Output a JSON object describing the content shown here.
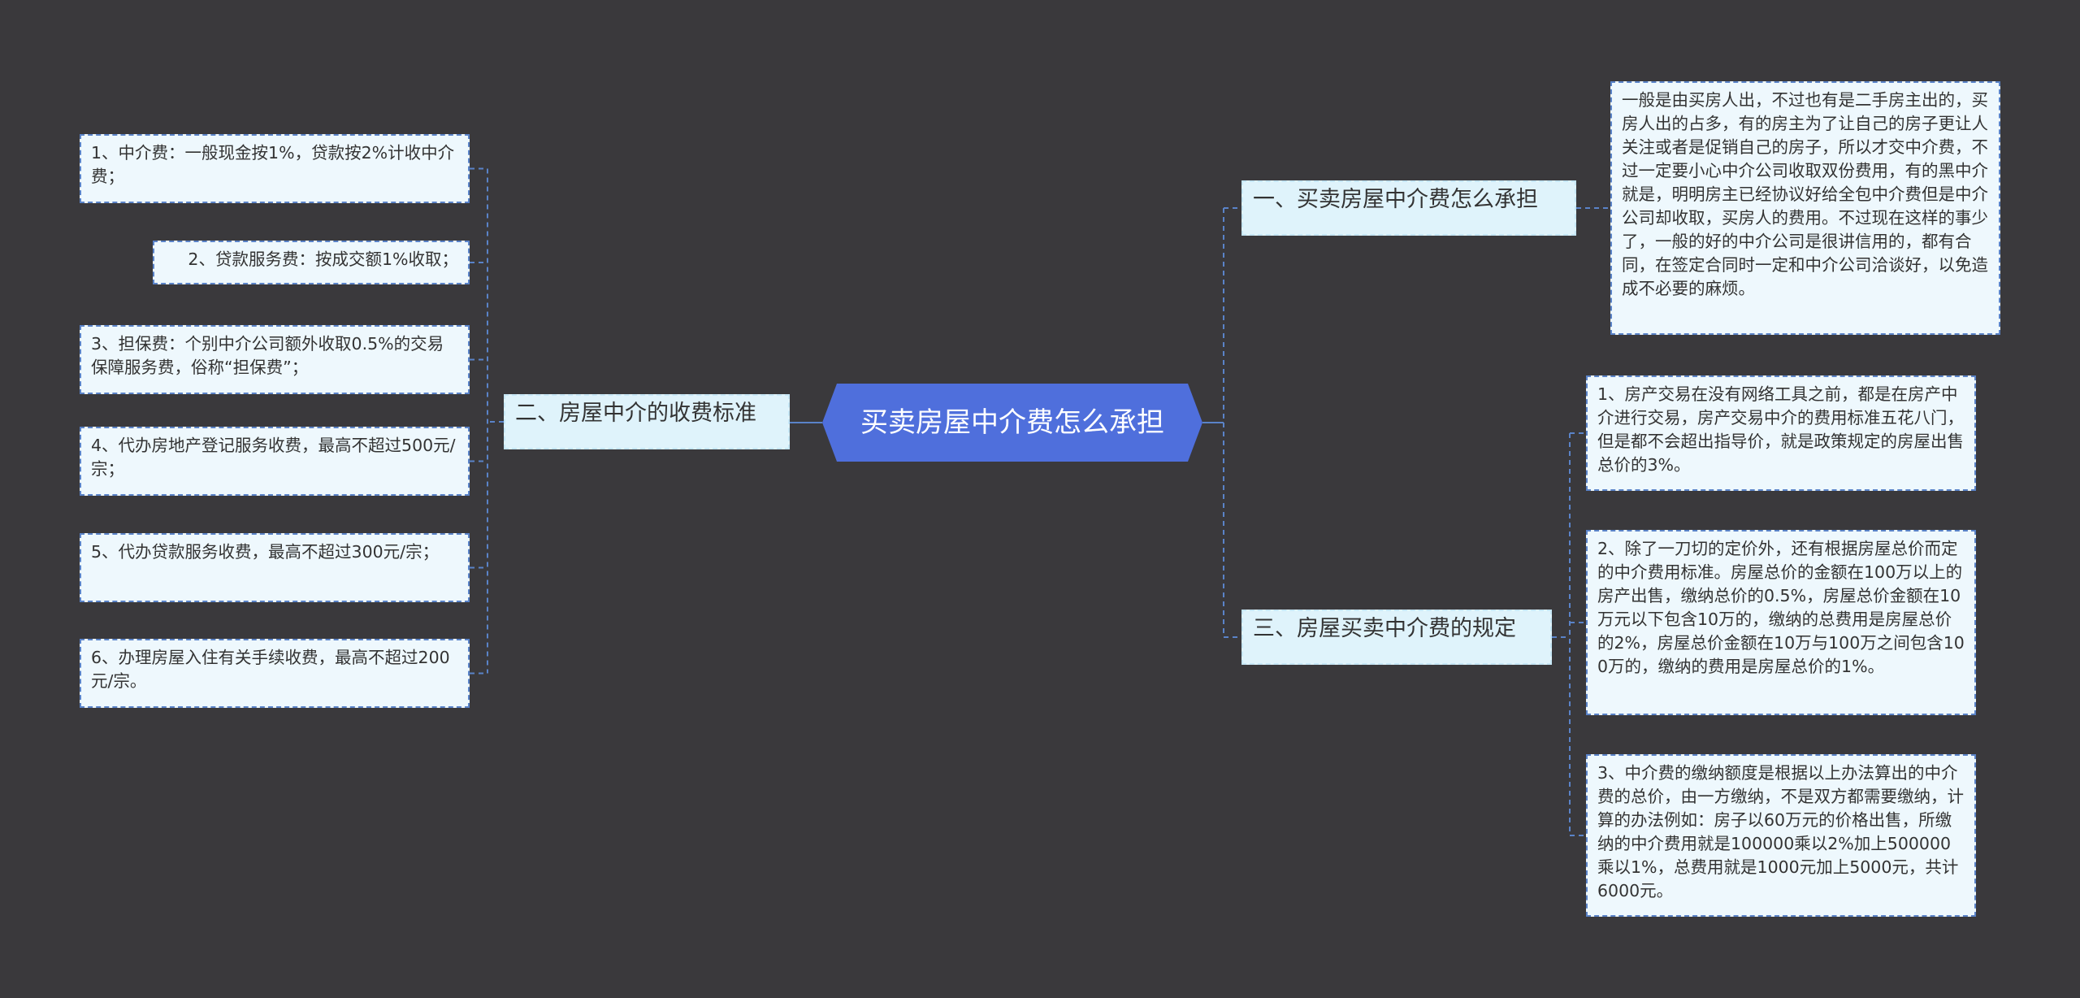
{
  "root": {
    "label": "买卖房屋中介费怎么承担"
  },
  "branches": [
    {
      "id": "b1",
      "label": "一、买卖房屋中介费怎么承担",
      "leaves": [
        "一般是由买房人出，不过也有是二手房主出的，买房人出的占多，有的房主为了让自己的房子更让人关注或者是促销自己的房子，所以才交中介费，不过一定要小心中介公司收取双份费用，有的黑中介就是，明明房主已经协议好给全包中介费但是中介公司却收取，买房人的费用。不过现在这样的事少了，一般的好的中介公司是很讲信用的，都有合同，在签定合同时一定和中介公司洽谈好，以免造成不必要的麻烦。"
      ]
    },
    {
      "id": "b2",
      "label": "二、房屋中介的收费标准",
      "leaves": [
        "1、中介费：一般现金按1%，贷款按2%计收中介费；",
        "2、贷款服务费：按成交额1%收取；",
        "3、担保费：个别中介公司额外收取0.5%的交易保障服务费，俗称“担保费”；",
        "4、代办房地产登记服务收费，最高不超过500元/宗；",
        "5、代办贷款服务收费，最高不超过300元/宗；",
        "6、办理房屋入住有关手续收费，最高不超过200元/宗。"
      ]
    },
    {
      "id": "b3",
      "label": "三、房屋买卖中介费的规定",
      "leaves": [
        "1、房产交易在没有网络工具之前，都是在房产中介进行交易，房产交易中介的费用标准五花八门，但是都不会超出指导价，就是政策规定的房屋出售总价的3%。",
        "2、除了一刀切的定价外，还有根据房屋总价而定的中介费用标准。房屋总价的金额在100万以上的房产出售，缴纳总价的0.5%，房屋总价金额在10万元以下包含10万的，缴纳的总费用是房屋总价的2%，房屋总价金额在10万与100万之间包含100万的，缴纳的费用是房屋总价的1%。",
        "3、中介费的缴纳额度是根据以上办法算出的中介费的总价，由一方缴纳，不是双方都需要缴纳，计算的办法例如：房子以60万元的价格出售，所缴纳的中介费用就是100000乘以2%加上500000乘以1%，总费用就是1000元加上5000元，共计6000元。"
      ]
    }
  ],
  "colors": {
    "background": "#3a393c",
    "root_fill": "#4f6fdc",
    "branch_fill": "#dff3fb",
    "leaf_fill": "#eef8fd",
    "connector": "#5a83c8"
  }
}
